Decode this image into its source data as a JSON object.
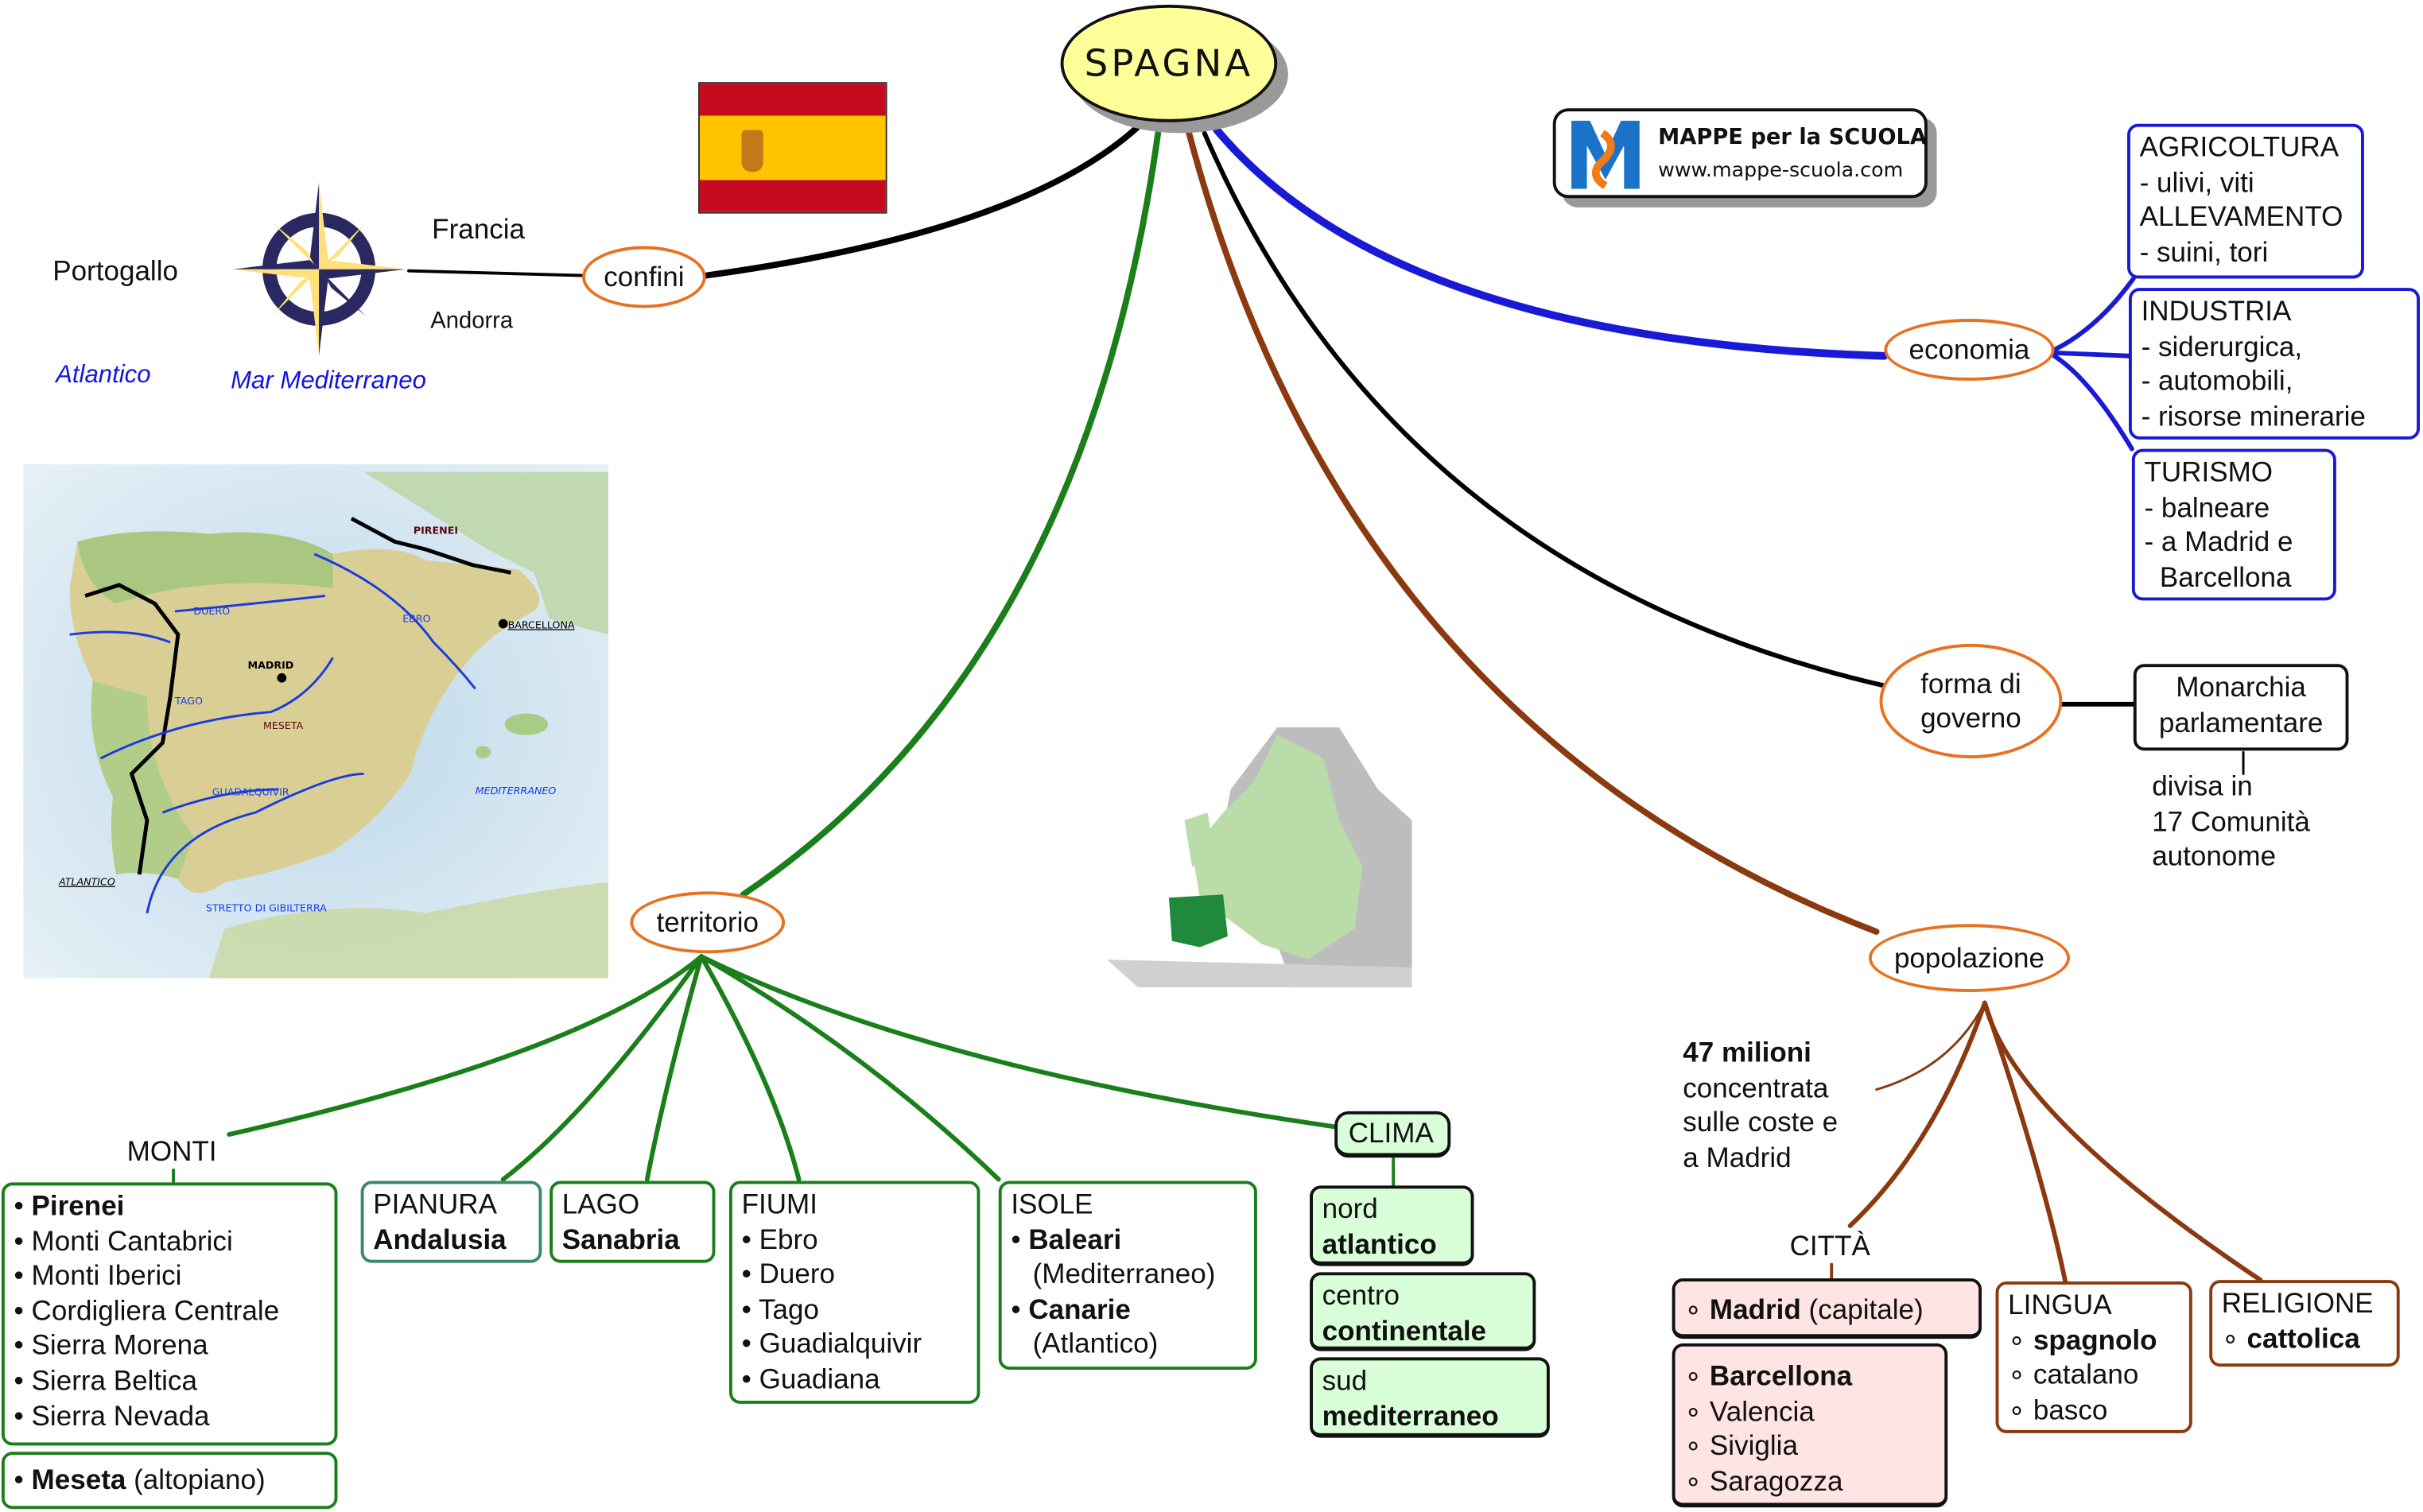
{
  "title": "SPAGNA",
  "logo": {
    "name": "MAPPE per la SCUOLA",
    "url": "www.mappe-scuola.com"
  },
  "colors": {
    "accent_orange": "#e8711f",
    "green": "#1a7f1a",
    "blue": "#1a1ad6",
    "brown": "#8b3a0f",
    "title_fill": "#ffff99",
    "clima_fill": "#d8ffd8",
    "citta_fill": "#ffe4e4"
  },
  "confini": {
    "label": "confini",
    "west": "Portogallo",
    "north": "Francia",
    "north_small": "Andorra",
    "ocean": "Atlantico",
    "sea": "Mar Mediterraneo"
  },
  "map": {
    "labels": {
      "pirenei": "PIRENEI",
      "barcellona": "BARCELLONA",
      "duero": "DUERO",
      "ebro": "EBRO",
      "madrid": "MADRID",
      "tago": "TAGO",
      "meseta": "MESETA",
      "guadalquivir": "GUADALQUIVIR",
      "mediterraneo": "MEDITERRANEO",
      "atlantico": "ATLANTICO",
      "stretto": "STRETTO DI GIBILTERRA"
    }
  },
  "economia": {
    "label": "economia",
    "agricoltura": [
      "AGRICOLTURA",
      "- ulivi, viti",
      "ALLEVAMENTO",
      "- suini, tori"
    ],
    "industria": [
      "INDUSTRIA",
      "- siderurgica,",
      "- automobili,",
      "- risorse minerarie"
    ],
    "turismo": [
      "TURISMO",
      "- balneare",
      "- a Madrid e",
      "  Barcellona"
    ]
  },
  "governo": {
    "label_line1": "forma di",
    "label_line2": "governo",
    "value_line1": "Monarchia",
    "value_line2": "parlamentare",
    "note": [
      "divisa in",
      "17 Comunità",
      "autonome"
    ]
  },
  "territorio": {
    "label": "territorio",
    "monti": {
      "title": "MONTI",
      "items": [
        "Pirenei",
        "Monti Cantabrici",
        "Monti Iberici",
        "Cordigliera Centrale",
        "Sierra Morena",
        "Sierra Beltica",
        "Sierra Nevada"
      ],
      "meseta_bold": "Meseta",
      "meseta_rest": " (altopiano)"
    },
    "pianura": {
      "title": "PIANURA",
      "value": "Andalusia"
    },
    "lago": {
      "title": "LAGO",
      "value": "Sanabria"
    },
    "fiumi": {
      "title": "FIUMI",
      "items": [
        "Ebro",
        "Duero",
        "Tago",
        "Guadialquivir",
        "Guadiana"
      ]
    },
    "isole": {
      "title": "ISOLE",
      "items": [
        {
          "bold": "Baleari",
          "rest": "(Mediterraneo)"
        },
        {
          "bold": "Canarie",
          "rest": "(Atlantico)"
        }
      ]
    },
    "clima": {
      "title": "CLIMA",
      "zones": [
        {
          "area": "nord",
          "type": "atlantico"
        },
        {
          "area": "centro",
          "type": "continentale"
        },
        {
          "area": "sud",
          "type": "mediterraneo"
        }
      ]
    }
  },
  "popolazione": {
    "label": "popolazione",
    "count": "47 milioni",
    "distribution": [
      "concentrata",
      "sulle coste e",
      "a Madrid"
    ],
    "citta": {
      "title": "CITTÀ",
      "capital_bold": "Madrid",
      "capital_rest": " (capitale)",
      "others": [
        "Barcellona",
        "Valencia",
        "Siviglia",
        "Saragozza"
      ]
    },
    "lingua": {
      "title": "LINGUA",
      "items": [
        "spagnolo",
        "catalano",
        "basco"
      ]
    },
    "religione": {
      "title": "RELIGIONE",
      "value": "cattolica"
    }
  }
}
